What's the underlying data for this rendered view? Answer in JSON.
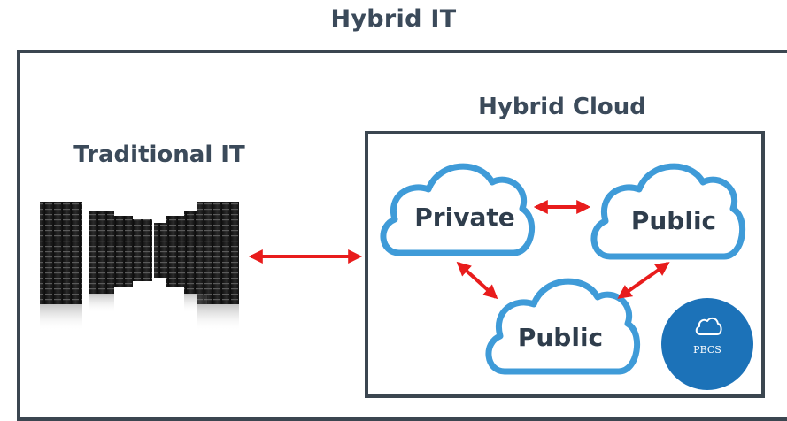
{
  "title": "Hybrid IT",
  "traditional": {
    "label": "Traditional IT"
  },
  "hybrid_cloud": {
    "label": "Hybrid Cloud",
    "clouds": [
      {
        "label": "Private"
      },
      {
        "label": "Public"
      },
      {
        "label": "Public"
      }
    ],
    "badge": {
      "label": "PBCS",
      "icon": "cloud-icon",
      "color": "#1c72b8"
    }
  },
  "colors": {
    "border": "#3b4650",
    "heading": "#3b4a5a",
    "cloud_stroke": "#3f9bd8",
    "arrow": "#e81c1c"
  }
}
